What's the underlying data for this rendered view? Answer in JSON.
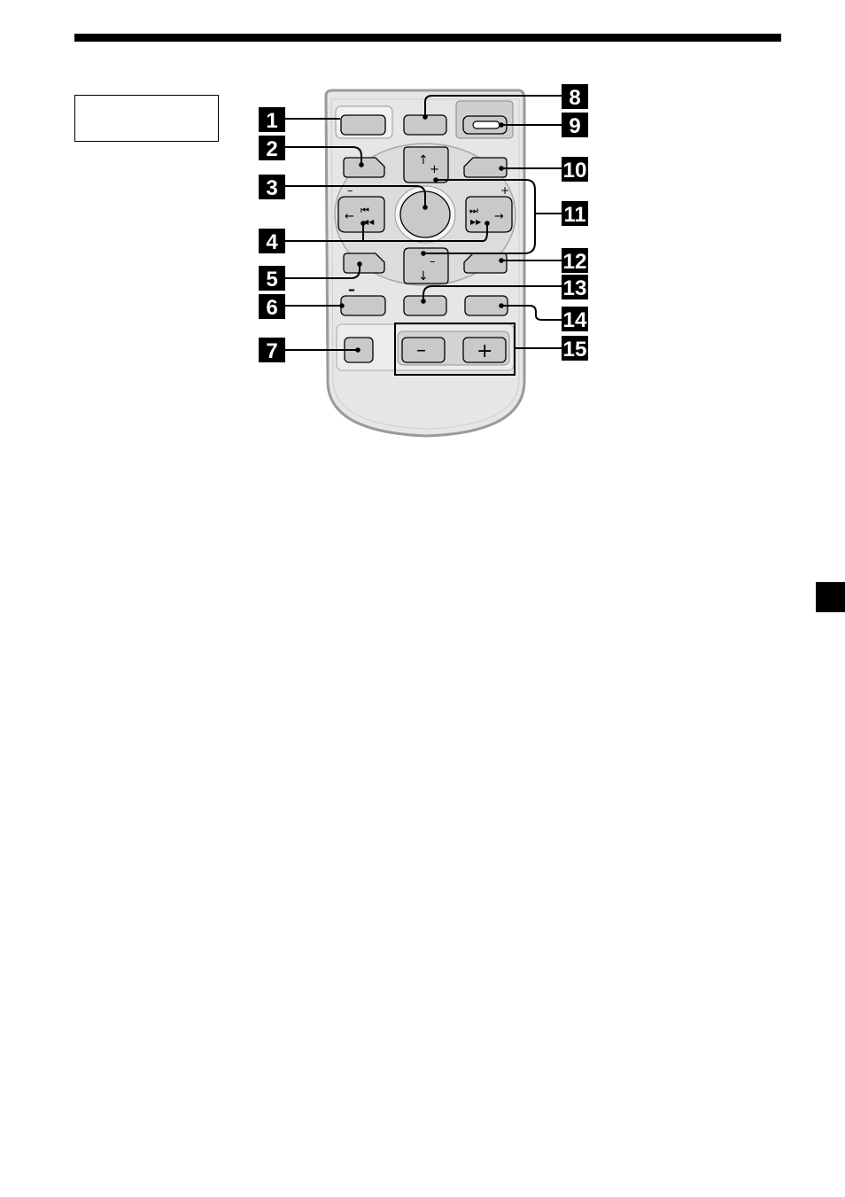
{
  "page": {
    "label_box_text": ""
  },
  "callouts": [
    {
      "num": "1",
      "target": "button-1"
    },
    {
      "num": "2",
      "target": "button-2"
    },
    {
      "num": "3",
      "target": "center-button"
    },
    {
      "num": "4",
      "target": "skip-buttons"
    },
    {
      "num": "5",
      "target": "button-5"
    },
    {
      "num": "6",
      "target": "button-6"
    },
    {
      "num": "7",
      "target": "button-7"
    },
    {
      "num": "8",
      "target": "button-8"
    },
    {
      "num": "9",
      "target": "button-9"
    },
    {
      "num": "10",
      "target": "button-10"
    },
    {
      "num": "11",
      "target": "direction-pad"
    },
    {
      "num": "12",
      "target": "button-12"
    },
    {
      "num": "13",
      "target": "button-13"
    },
    {
      "num": "14",
      "target": "button-14"
    },
    {
      "num": "15",
      "target": "volume-buttons"
    }
  ],
  "remote": {
    "pad_left_sign": "–",
    "pad_right_sign": "+",
    "up_sign": "+",
    "down_sign": "–",
    "button6_mark": "–",
    "volume_minus": "–",
    "volume_plus": "+",
    "prev_glyph": "⏮",
    "next_glyph": "⏭",
    "rew_glyph": "◀◀",
    "ff_glyph": "▶▶",
    "arrow_left": "←",
    "arrow_right": "→",
    "arrow_up": "↑",
    "arrow_down": "↓"
  }
}
